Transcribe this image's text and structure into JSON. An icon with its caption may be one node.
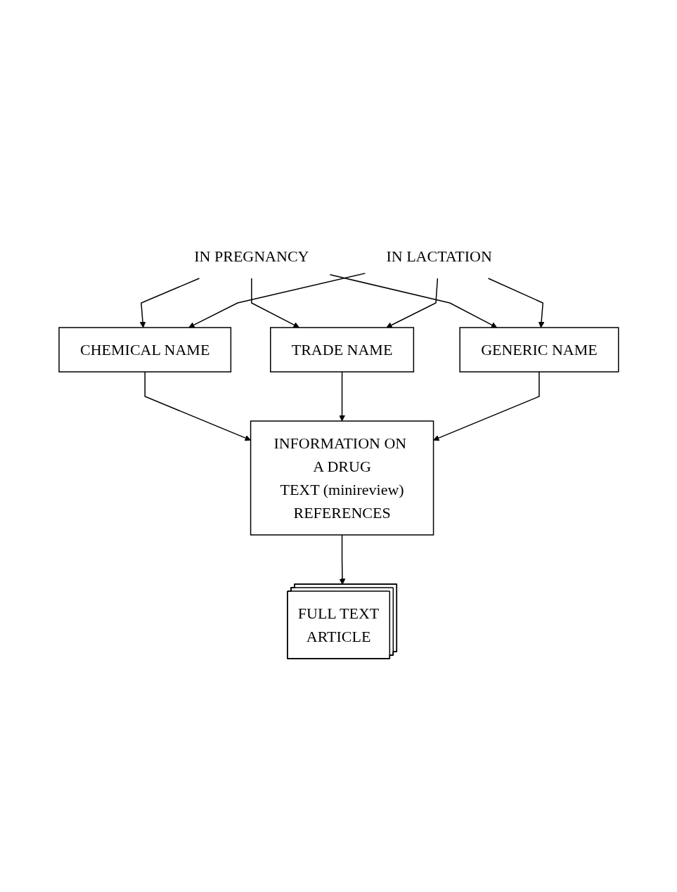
{
  "diagram": {
    "nodes": [
      {
        "text": [
          "IN PREGNANCY"
        ]
      },
      {
        "text": [
          "IN LACTATION"
        ]
      },
      {
        "text": [
          "CHEMICAL NAME"
        ]
      },
      {
        "text": [
          "TRADE NAME"
        ]
      },
      {
        "text": [
          "GENERIC NAME"
        ]
      },
      {
        "text": [
          "INFORMATION ON A DRUG",
          "TEXT (minireview)",
          "REFERENCES"
        ]
      },
      {
        "text": [
          "FULL TEXT",
          "ARTICLE"
        ]
      }
    ],
    "edges": [
      {
        "from": 0,
        "to": 2,
        "arrow": "to"
      },
      {
        "from": 0,
        "to": 3,
        "arrow": "to"
      },
      {
        "from": 0,
        "to": 4,
        "arrow": "to"
      },
      {
        "from": 1,
        "to": 2,
        "arrow": "to"
      },
      {
        "from": 1,
        "to": 3,
        "arrow": "to"
      },
      {
        "from": 1,
        "to": 4,
        "arrow": "to"
      },
      {
        "from": 2,
        "to": 5,
        "arrow": "to"
      },
      {
        "from": 3,
        "to": 5,
        "arrow": "to"
      },
      {
        "from": 4,
        "to": 5,
        "arrow": "to"
      },
      {
        "from": 5,
        "to": 6,
        "arrow": "to"
      }
    ]
  }
}
